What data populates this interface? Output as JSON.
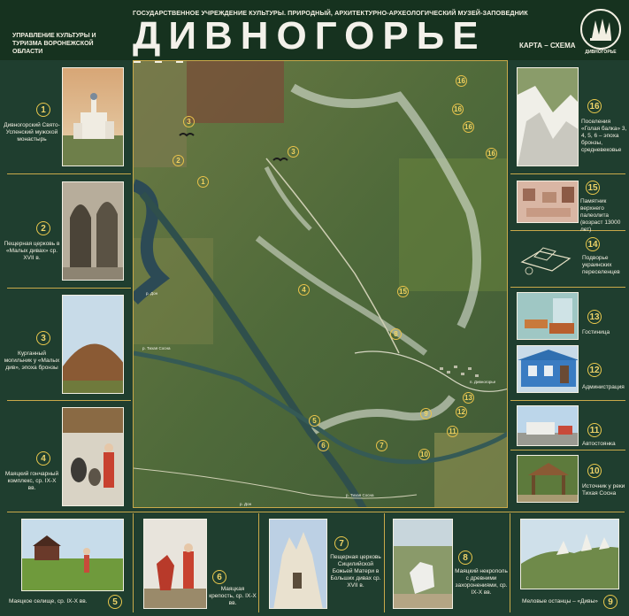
{
  "header": {
    "org": "УПРАВЛЕНИЕ КУЛЬТУРЫ И ТУРИЗМА ВОРОНЕЖСКОЙ ОБЛАСТИ",
    "subtitle": "ГОСУДАРСТВЕННОЕ УЧРЕЖДЕНИЕ КУЛЬТУРЫ. ПРИРОДНЫЙ, АРХИТЕКТУРНО-АРХЕОЛОГИЧЕСКИЙ МУЗЕЙ-ЗАПОВЕДНИК",
    "title": "ДИВНОГОРЬЕ",
    "scheme": "КАРТА – СХЕМА",
    "logo_text": "ДИВНОГОРЬЕ"
  },
  "left_items": [
    {
      "num": "1",
      "caption": "Дивногорский Свято-Успенский мужской монастырь"
    },
    {
      "num": "2",
      "caption": "Пещерная церковь в «Малых дивах» ср. XVII в."
    },
    {
      "num": "3",
      "caption": "Курганный могильник у «Малых див», эпоха бронзы"
    },
    {
      "num": "4",
      "caption": "Маяцкий гончарный комплекс, ср. IX-X вв."
    }
  ],
  "right_items": [
    {
      "num": "16",
      "caption": "Поселения «Голая балка» 3, 4, 5, 6 – эпоха бронзы, средневековье"
    },
    {
      "num": "15",
      "caption": "Памятник верхнего палеолита (возраст 13000 лет)"
    },
    {
      "num": "14",
      "caption": "Подворье украинских переселенцев"
    },
    {
      "num": "13",
      "caption": "Гостиница"
    },
    {
      "num": "12",
      "caption": "Администрация"
    },
    {
      "num": "11",
      "caption": "Автостоянка"
    },
    {
      "num": "10",
      "caption": "Источник у реки Тихая Сосна"
    }
  ],
  "bottom_items": [
    {
      "num": "5",
      "caption": "Маяцкое селище, ср. IX-X вв."
    },
    {
      "num": "6",
      "caption": "Маяцкая крепость, ср. IX-X вв."
    },
    {
      "num": "7",
      "caption": "Пещерная церковь Сицилийской Божьей Матери в Больших дивах ср. XVII в."
    },
    {
      "num": "8",
      "caption": "Маяцкий некрополь с древними захоронениями, ср. IX-X вв."
    },
    {
      "num": "9",
      "caption": "Меловые останцы – «Дивы»"
    }
  ],
  "map": {
    "labels": {
      "don_top": "р. Дон",
      "tikhaya_left": "р. Тихая Сосна",
      "divnogorye_village": "п. Дивногорье",
      "tikhaya_bottom": "р. Тихая Сосна",
      "don_bottom": "р. Дон"
    },
    "markers": [
      "3",
      "2",
      "3",
      "1",
      "16",
      "16",
      "16",
      "16",
      "4",
      "15",
      "8",
      "5",
      "6",
      "7",
      "9",
      "13",
      "12",
      "11",
      "10"
    ]
  },
  "colors": {
    "frame": "#c9a94a",
    "board": "#1f3e2f",
    "number": "#e9c84c"
  }
}
